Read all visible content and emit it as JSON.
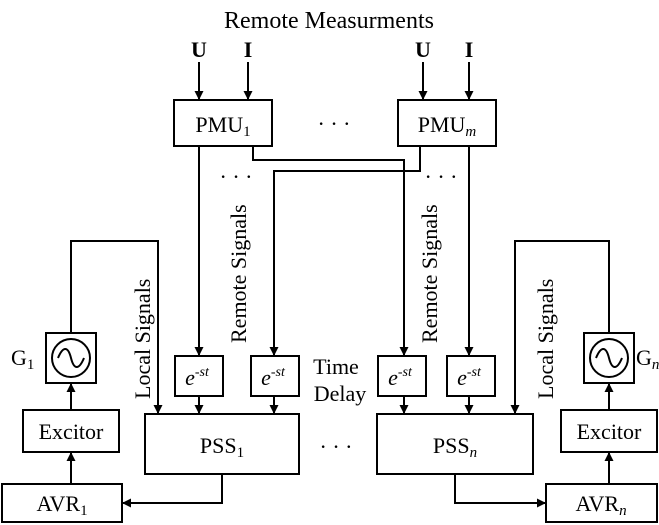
{
  "title": "Remote Measurments",
  "inputs": {
    "voltage": "U",
    "current": "I"
  },
  "pmu": {
    "base": "PMU",
    "first_sub": "1",
    "last_sub": "m"
  },
  "pss": {
    "base": "PSS",
    "first_sub": "1",
    "last_sub": "n"
  },
  "avr": {
    "base": "AVR",
    "first_sub": "1",
    "last_sub": "n"
  },
  "generator": {
    "base": "G",
    "first_sub": "1",
    "last_sub": "n"
  },
  "excitor": "Excitor",
  "delay": {
    "base": "e",
    "exponent": "-st"
  },
  "time_delay": {
    "line1": "Time",
    "line2": "Delay"
  },
  "local_signals": "Local Signals",
  "remote_signals": "Remote Signals",
  "ellipsis": "· · ·",
  "ellipsis_vertical": "· · ·"
}
